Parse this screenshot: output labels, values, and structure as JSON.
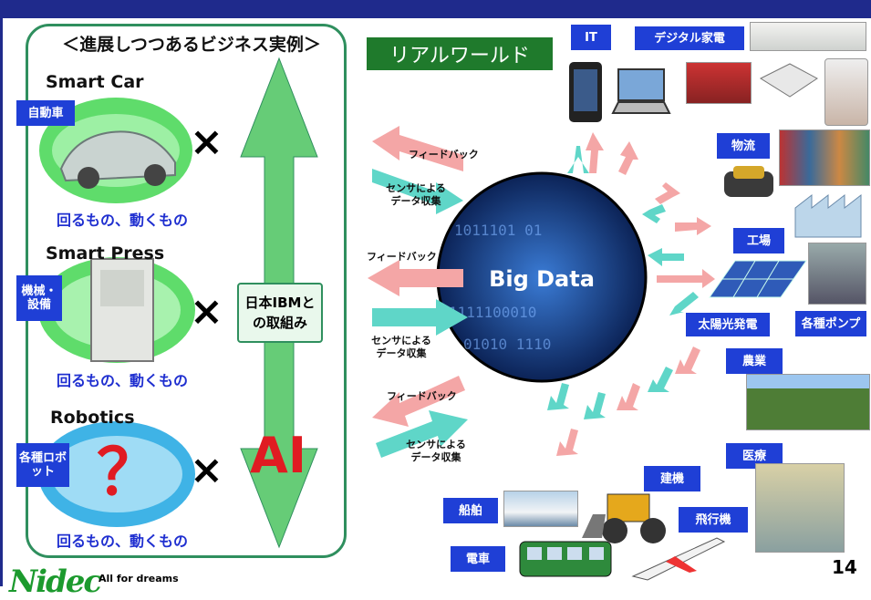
{
  "page": {
    "number": "14"
  },
  "left_panel": {
    "title": "＜進展しつつあるビジネス実例＞",
    "sections": [
      {
        "title": "Smart Car",
        "tag": "自動車",
        "caption": "回るもの、動くもの"
      },
      {
        "title": "Smart Press",
        "tag": "機械・設備",
        "caption": "回るもの、動くもの"
      },
      {
        "title": "Robotics",
        "tag": "各種ロボット",
        "caption": "回るもの、動くもの"
      }
    ],
    "cross_mark": "×",
    "question_mark": "？",
    "ibm_label": "日本IBMとの取組み",
    "ai_label": "AI"
  },
  "right_panel": {
    "title": "リアルワールド",
    "center_label": "Big Data",
    "feedback_label": "フィードバック",
    "sensor_label": "センサによるデータ収集",
    "categories": [
      "IT",
      "デジタル家電",
      "物流",
      "工場",
      "太陽光発電",
      "各種ポンプ",
      "農業",
      "医療",
      "建機",
      "飛行機",
      "船舶",
      "電車"
    ]
  },
  "footer": {
    "logo": "Nidec",
    "slogan": "All for dreams"
  },
  "colors": {
    "brand_blue": "#1f2a8c",
    "tag_blue": "#1f3fd6",
    "green": "#2f8f5e",
    "red": "#e01b22",
    "pink_arrow": "#f4a6a6",
    "cyan_arrow": "#5fd6c8"
  }
}
